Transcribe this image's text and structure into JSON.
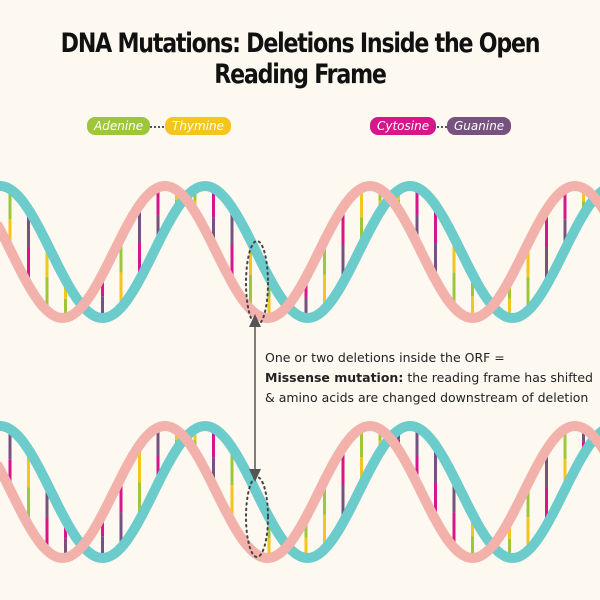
{
  "title": "DNA Mutations: Deletions Inside the Open Reading Frame",
  "legend": [
    {
      "label": "Adenine",
      "color": "#9dc63b"
    },
    {
      "label": "Thymine",
      "color": "#f4c51c"
    },
    {
      "label": "Cytosine",
      "color": "#d6168a"
    },
    {
      "label": "Guanine",
      "color": "#77527e"
    }
  ],
  "strand_colors": {
    "strand_a": "#f3b1ac",
    "strand_b": "#6ccbcb"
  },
  "annotation": {
    "line1": "One or two deletions inside the ORF =",
    "bold": "Missense mutation:",
    "line2_rest": " the reading frame has shifted",
    "line3": "& amino acids are changed downstream of deletion"
  }
}
